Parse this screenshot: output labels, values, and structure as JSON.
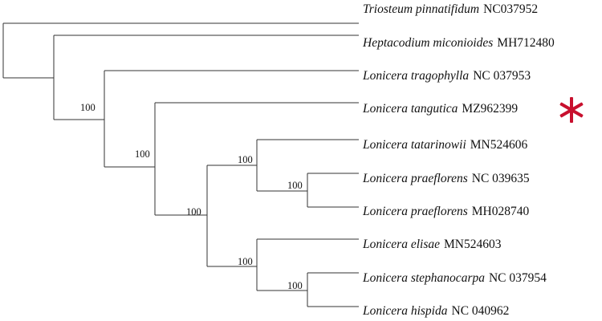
{
  "tree": {
    "taxa": [
      {
        "species": "Triosteum pinnatifidum",
        "accession": "NC037952"
      },
      {
        "species": "Heptacodium miconioides",
        "accession": "MH712480"
      },
      {
        "species": "Lonicera tragophylla",
        "accession": "NC 037953"
      },
      {
        "species": "Lonicera tangutica",
        "accession": "MZ962399",
        "highlighted": true
      },
      {
        "species": "Lonicera tatarinowii",
        "accession": "MN524606"
      },
      {
        "species": "Lonicera praeflorens",
        "accession": "NC 039635"
      },
      {
        "species": "Lonicera praeflorens",
        "accession": "MH028740"
      },
      {
        "species": "Lonicera elisae",
        "accession": "MN524603"
      },
      {
        "species": "Lonicera stephanocarpa",
        "accession": "NC 037954"
      },
      {
        "species": "Lonicera hispida",
        "accession": "NC 040962"
      }
    ],
    "support_values": [
      "100",
      "100",
      "100",
      "100",
      "100",
      "100",
      "100"
    ],
    "marker": {
      "glyph": "asterisk",
      "color": "#c8102e"
    },
    "branch_color": "#333333"
  }
}
